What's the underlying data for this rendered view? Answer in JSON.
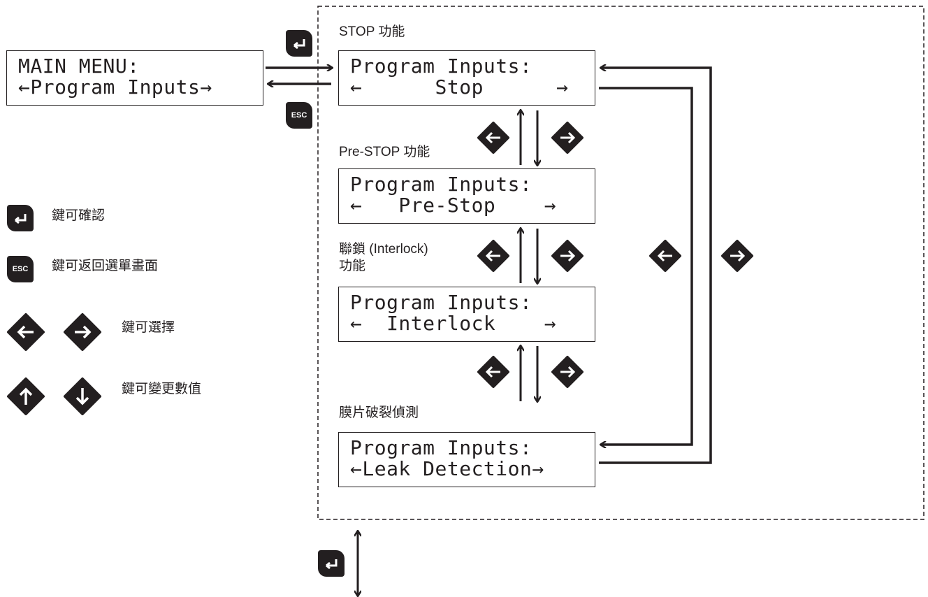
{
  "screens": {
    "main": {
      "line1": "MAIN MENU:",
      "line2": "←Program Inputs→"
    },
    "stop": {
      "line1": "Program Inputs:",
      "line2": "←      Stop      →"
    },
    "prestop": {
      "line1": "Program Inputs:",
      "line2": "←   Pre-Stop    →"
    },
    "interlock": {
      "line1": "Program Inputs:",
      "line2": "←  Interlock    →"
    },
    "leak": {
      "line1": "Program Inputs:",
      "line2": "←Leak Detection→"
    }
  },
  "captions": {
    "stop": "STOP 功能",
    "prestop": "Pre-STOP 功能",
    "interlock_1": "聯鎖 (Interlock)",
    "interlock_2": "功能",
    "leak": "膜片破裂偵測"
  },
  "legend": {
    "enter": "鍵可確認",
    "esc": "鍵可返回選單畫面",
    "leftright": "鍵可選擇",
    "updown": "鍵可變更數值"
  },
  "keys": {
    "esc_label": "ESC"
  },
  "icons": [
    "enter-key-icon",
    "esc-key-icon",
    "left-arrow-key-icon",
    "right-arrow-key-icon",
    "up-arrow-key-icon",
    "down-arrow-key-icon"
  ],
  "colors": {
    "ink": "#231f20",
    "background": "#ffffff"
  }
}
